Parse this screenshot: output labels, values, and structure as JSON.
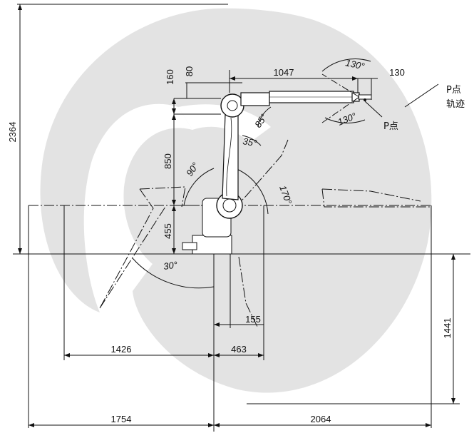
{
  "dimensions": {
    "height_total": "2364",
    "d160": "160",
    "d80": "80",
    "d850": "850",
    "d455": "455",
    "d1047": "1047",
    "d130": "130",
    "d155": "155",
    "d1426": "1426",
    "d463": "463",
    "d1754": "1754",
    "d2064": "2064",
    "d1441": "1441"
  },
  "angles": {
    "a130_top": "130°",
    "a130_bottom": "130°",
    "a85": "85°",
    "a35": "35°",
    "a90": "90°",
    "a170": "170°",
    "a30": "30°"
  },
  "labels": {
    "p_point": "P点",
    "p_trajectory_line1": "P点",
    "p_trajectory_line2": "轨迹"
  },
  "colors": {
    "workspace": "#e3e3e3",
    "line": "#111111"
  }
}
